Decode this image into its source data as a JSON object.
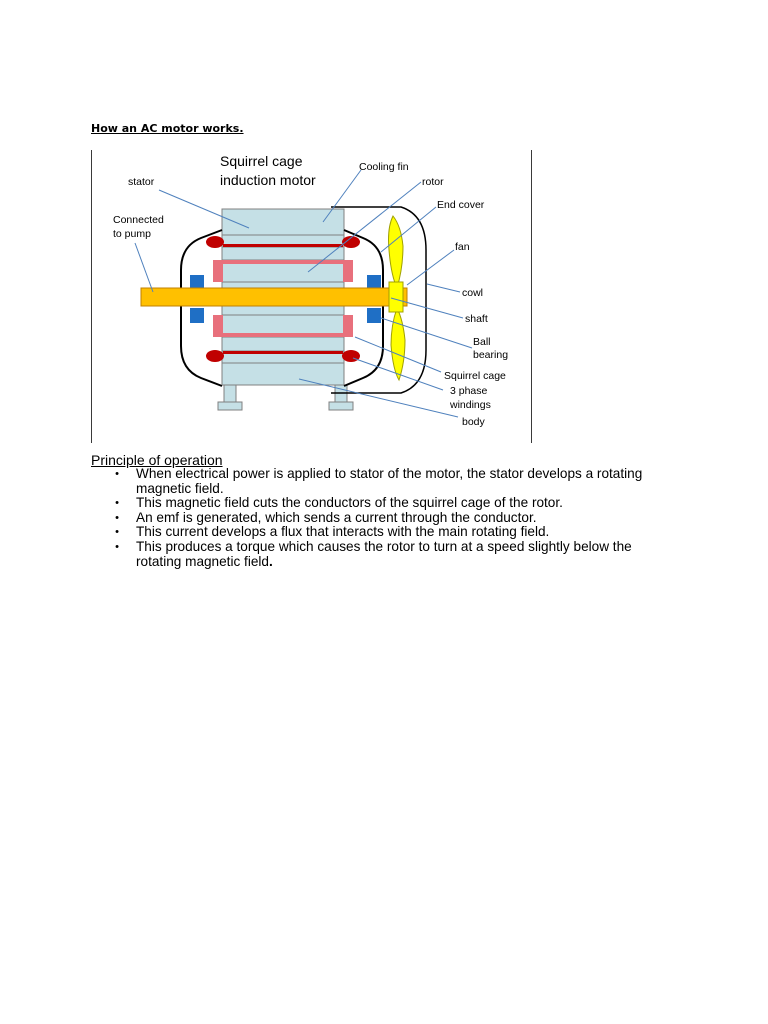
{
  "doc_title": "How an AC motor works.",
  "diagram": {
    "heading_line1": "Squirrel cage",
    "heading_line2": "induction motor",
    "labels": {
      "stator": "stator",
      "connected_l1": "Connected",
      "connected_l2": "to pump",
      "cooling_fin": "Cooling fin",
      "rotor": "rotor",
      "end_cover": "End cover",
      "fan": "fan",
      "cowl": "cowl",
      "shaft": "shaft",
      "ball_l1": "Ball",
      "ball_l2": "bearing",
      "squirrel_cage": "Squirrel cage",
      "phase_l1": "3 phase",
      "phase_l2": "windings",
      "body": "body"
    }
  },
  "section_title": "Principle of operation",
  "bullet_char": "•",
  "bullets": {
    "b1": "When electrical power is applied to stator of the motor, the stator develops a rotating magnetic field.",
    "b2": "This magnetic field cuts the conductors of the squirrel cage of the rotor.",
    "b3": "An emf is generated, which sends a current through the conductor.",
    "b4": "This current develops a flux that interacts with the main rotating field.",
    "b5_main": "This produces a torque which causes the rotor to turn at a speed slightly below the rotating magnetic field",
    "b5_end": "."
  },
  "colors": {
    "stator_fill": "#c5e0e6",
    "rotor_bars": "#e8707c",
    "windings": "#c00000",
    "shaft": "#ffc000",
    "bearing": "#1f6fc5",
    "fan": "#ffff00",
    "leader_line": "#4f81bd"
  }
}
